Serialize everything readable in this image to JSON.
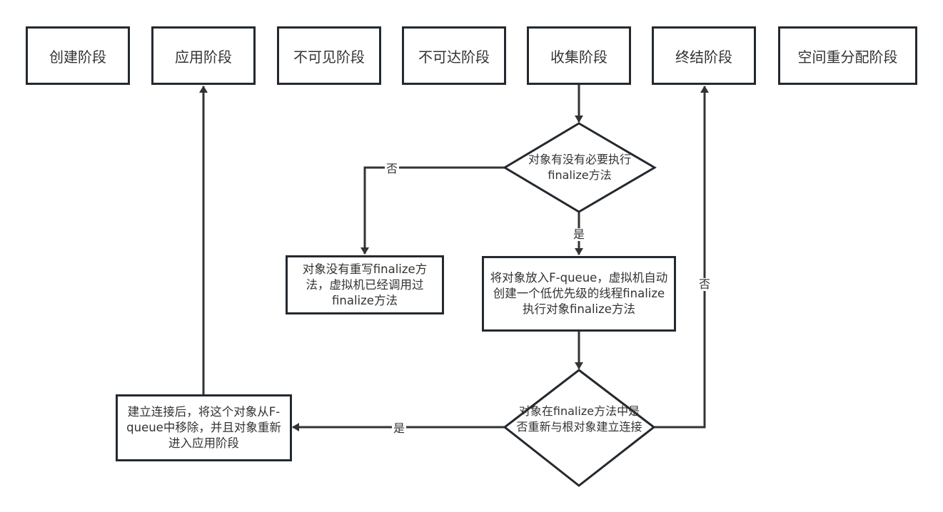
{
  "diagram": {
    "stages": [
      {
        "id": "create",
        "label": "创建阶段"
      },
      {
        "id": "apply",
        "label": "应用阶段"
      },
      {
        "id": "invisible",
        "label": "不可见阶段"
      },
      {
        "id": "unreachable",
        "label": "不可达阶段"
      },
      {
        "id": "collect",
        "label": "收集阶段"
      },
      {
        "id": "finalize",
        "label": "终结阶段"
      },
      {
        "id": "realloc",
        "label": "空间重分配阶段"
      }
    ],
    "decision1": {
      "text": "对象有没有必要执行finalize方法"
    },
    "no_override_box": {
      "text": "对象没有重写finalize方法，虚拟机已经调用过finalize方法"
    },
    "fqueue_box": {
      "text": "将对象放入F-queue，虚拟机自动创建一个低优先级的线程finalize执行对象finalize方法"
    },
    "decision2": {
      "text": "对象在finalize方法中是否重新与根对象建立连接"
    },
    "reconnect_box": {
      "text": "建立连接后，将这个对象从F-queue中移除，并且对象重新进入应用阶段"
    },
    "edge_labels": {
      "d1_no": "否",
      "d1_yes": "是",
      "d2_yes": "是",
      "d2_no": "否"
    },
    "colors": {
      "stroke": "#23292f",
      "line": "#333333",
      "text": "#333333"
    }
  }
}
